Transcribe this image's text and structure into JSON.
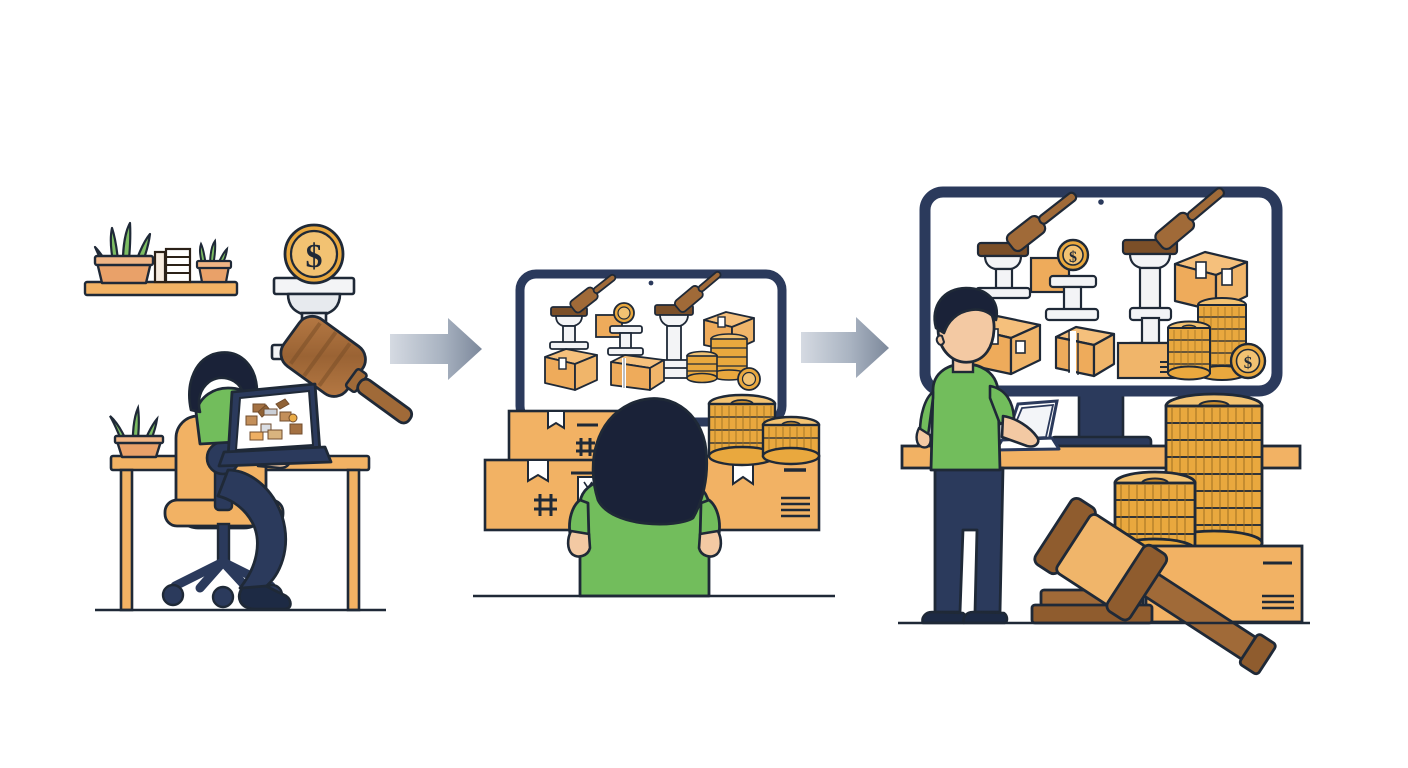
{
  "illustration": {
    "title": "Online auction reselling workflow",
    "background_color": "#ffffff",
    "style": "flat line-art vector illustration",
    "panel_count": 3,
    "connector_count": 2
  },
  "palette": {
    "outline": "#1f2937",
    "outline_soft": "#2b3445",
    "navy": "#2b3a5c",
    "navy_dark": "#1d2a44",
    "navy_hair": "#1a2238",
    "green_shirt": "#72bd5c",
    "green_shirt_dark": "#5aa847",
    "skin": "#f3c9a3",
    "skin_light": "#f7d6b5",
    "orange": "#f0a94c",
    "orange_light": "#f5bd6e",
    "orange_dark": "#d98f33",
    "box_tan": "#eeab5b",
    "box_tan_light": "#f5c07c",
    "wood_brown": "#a06a38",
    "wood_brown_dark": "#7b4f28",
    "wood_brown_light": "#c08a52",
    "coin_gold": "#e9a83e",
    "coin_gold_light": "#f2c272",
    "plant_green": "#7dbd63",
    "pot_terracotta": "#e9a169",
    "marble_white": "#f3f4f6",
    "marble_shadow": "#d9dde3",
    "arrow_light": "#cfd5de",
    "arrow_dark": "#7e8a9c",
    "ground_line": "#1f2937",
    "desk_wood": "#f2b264",
    "paper_white": "#ffffff"
  },
  "panels": [
    {
      "id": "panel-1",
      "name": "Research and sourcing at home desk",
      "position": "left",
      "elements": [
        {
          "name": "wall-shelf",
          "label": "Wall shelf"
        },
        {
          "name": "shelf-plant-large",
          "label": "Large snake plant in terracotta pot"
        },
        {
          "name": "shelf-books",
          "label": "Books and bookend on shelf"
        },
        {
          "name": "shelf-plant-small",
          "label": "Small succulent in terracotta pot"
        },
        {
          "name": "gavel-icon-large",
          "label": "Auction gavel striking marble stand"
        },
        {
          "name": "dollar-coin-icon",
          "label": "Gold dollar coin"
        },
        {
          "name": "woman-seated",
          "label": "Woman with dark hair seated at desk"
        },
        {
          "name": "office-chair",
          "label": "Orange office chair on castors"
        },
        {
          "name": "desk",
          "label": "Wooden desk"
        },
        {
          "name": "desk-plant",
          "label": "Potted plant on desk"
        },
        {
          "name": "laptop",
          "label": "Open laptop showing auction listings"
        },
        {
          "name": "ground-line",
          "label": "Floor line"
        }
      ]
    },
    {
      "id": "panel-2",
      "name": "Browsing auction listings with inventory",
      "position": "center",
      "elements": [
        {
          "name": "monitor",
          "label": "Large monitor with auction listing grid"
        },
        {
          "name": "screen-gavel-left",
          "label": "Gavel and marble stand listing"
        },
        {
          "name": "screen-coin",
          "label": "Coin listing"
        },
        {
          "name": "screen-gavel-right",
          "label": "Second gavel and pedestal listing"
        },
        {
          "name": "screen-box-right",
          "label": "Cardboard box listing"
        },
        {
          "name": "screen-box-left",
          "label": "Cardboard box listing"
        },
        {
          "name": "screen-box-center",
          "label": "Cardboard box listing"
        },
        {
          "name": "screen-coin-stack",
          "label": "Coin stack listing"
        },
        {
          "name": "woman-standing",
          "label": "Woman with dark hair in green shirt, back view"
        },
        {
          "name": "stacked-boxes-left",
          "label": "Stacked shipping boxes with fragile markings"
        },
        {
          "name": "box-right",
          "label": "Shipping box with barcode label"
        },
        {
          "name": "coin-stacks",
          "label": "Two stacks of gold coins on box"
        },
        {
          "name": "ground-line",
          "label": "Floor line"
        }
      ]
    },
    {
      "id": "panel-3",
      "name": "Scaled reselling operation with profits",
      "position": "right",
      "elements": [
        {
          "name": "monitor-large",
          "label": "Large desktop monitor with auction listings"
        },
        {
          "name": "screen-gavel-left",
          "label": "Gavel and marble stand listing"
        },
        {
          "name": "screen-coin-dollar",
          "label": "Dollar coin on pedestal listing"
        },
        {
          "name": "screen-gavel-right",
          "label": "Gavel and tall pedestal listing"
        },
        {
          "name": "screen-box-top-right",
          "label": "Cardboard box listing"
        },
        {
          "name": "screen-box-bottom-left",
          "label": "Cardboard box listing"
        },
        {
          "name": "screen-box-bottom-center",
          "label": "Cardboard box listing"
        },
        {
          "name": "screen-box-bottom-right",
          "label": "Cardboard box listing"
        },
        {
          "name": "screen-coin-stacks",
          "label": "Coin stacks and dollar coin listing"
        },
        {
          "name": "man-standing",
          "label": "Man in green shirt using laptop"
        },
        {
          "name": "laptop",
          "label": "Open laptop on counter"
        },
        {
          "name": "counter-desk",
          "label": "Wooden counter / desk surface"
        },
        {
          "name": "coin-stack-tall",
          "label": "Tall stack of gold coins"
        },
        {
          "name": "coin-stack-short",
          "label": "Short stack of gold coins"
        },
        {
          "name": "gavel-large",
          "label": "Large wooden gavel on sounding block"
        },
        {
          "name": "box-under-counter",
          "label": "Cardboard box beneath counter"
        },
        {
          "name": "ground-line",
          "label": "Floor line"
        }
      ]
    }
  ],
  "connectors": [
    {
      "name": "arrow-1",
      "label": "Progress arrow from panel 1 to panel 2",
      "direction": "right"
    },
    {
      "name": "arrow-2",
      "label": "Progress arrow from panel 2 to panel 3",
      "direction": "right"
    }
  ],
  "symbols": {
    "dollar_sign": "$",
    "coin_face": "$"
  }
}
